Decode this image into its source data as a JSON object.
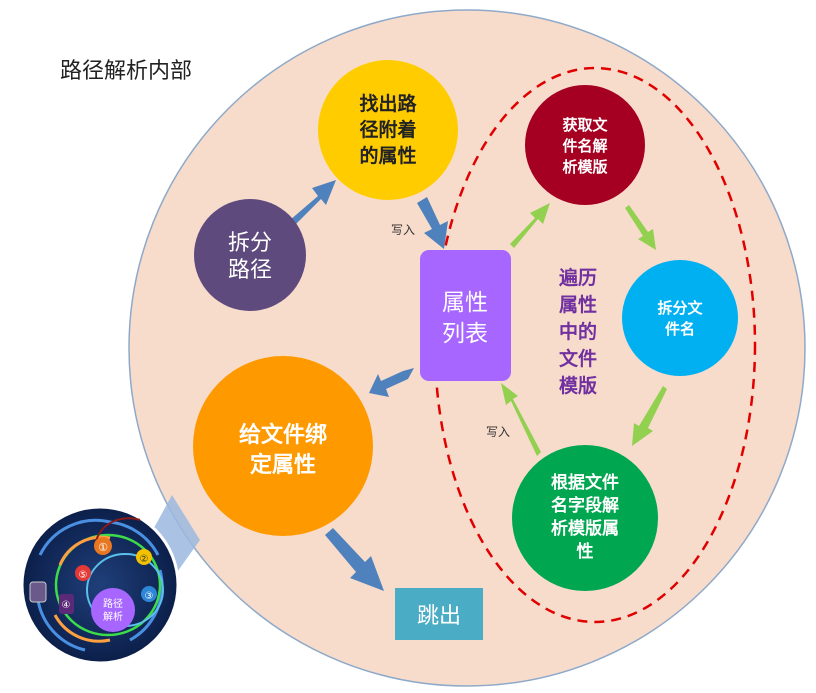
{
  "title": "路径解析内部",
  "nodes": {
    "split_path": [
      "拆分",
      "路径"
    ],
    "find_attrs": [
      "找出路",
      "径附着",
      "的属性"
    ],
    "attr_list": [
      "属性",
      "列表"
    ],
    "bind_attrs": [
      "给文件绑",
      "定属性"
    ],
    "exit": "跳出",
    "get_template": [
      "获取文",
      "件名解",
      "析模版"
    ],
    "split_filename": [
      "拆分文",
      "件名"
    ],
    "parse_template": [
      "根据文件",
      "名字段解",
      "析模版属",
      "性"
    ]
  },
  "loop_label": [
    "遍历",
    "属性",
    "中的",
    "文件",
    "模版"
  ],
  "write_labels": [
    "写入",
    "写入"
  ],
  "mini_diagram": {
    "center": [
      "路径",
      "解析"
    ],
    "steps": [
      "①",
      "②",
      "③",
      "④",
      "⑤"
    ]
  },
  "colors": {
    "big_circle": "#F8DCCB",
    "split_path": "#5E4A7C",
    "find_attrs": "#FFCC00",
    "attr_list": "#A666FF",
    "bind_attrs": "#FF9900",
    "exit": "#4BACC6",
    "get_template": "#A50021",
    "split_filename": "#00B0F0",
    "parse_template": "#00A650",
    "blue_arrow": "#4F81BD",
    "green_arrow": "#92D050",
    "loop_dash": "#E00000",
    "loop_text": "#7030A0"
  }
}
